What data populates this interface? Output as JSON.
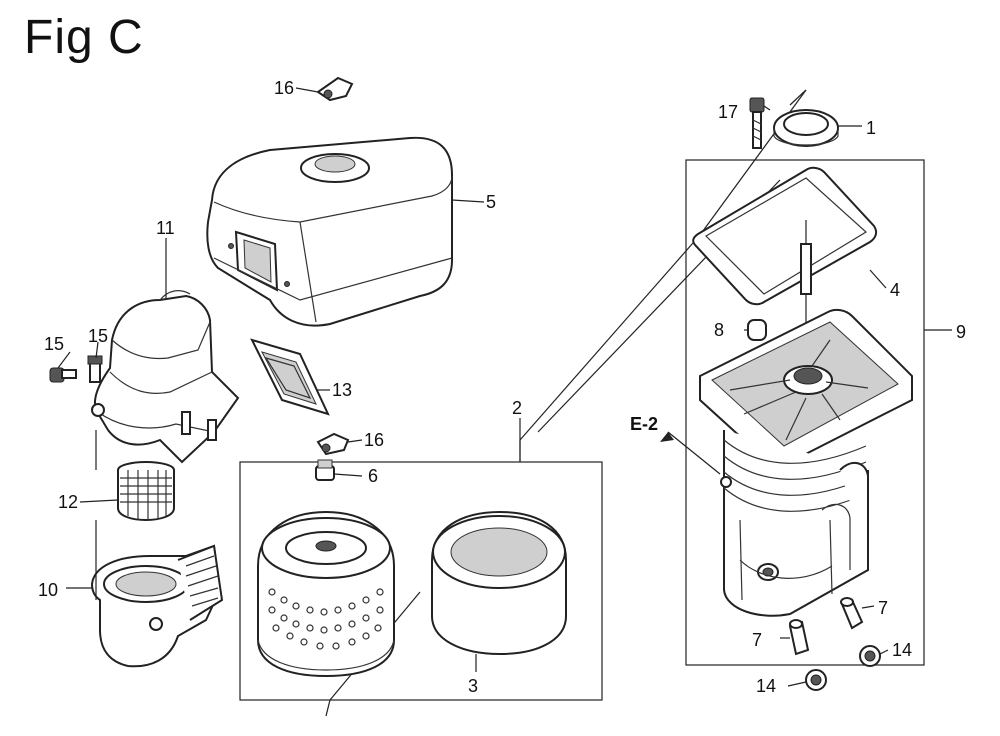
{
  "figure": {
    "title": "Fig C"
  },
  "callouts": [
    {
      "id": "c1",
      "text": "1"
    },
    {
      "id": "c2",
      "text": "2"
    },
    {
      "id": "c3",
      "text": "3"
    },
    {
      "id": "c4",
      "text": "4"
    },
    {
      "id": "c5",
      "text": "5"
    },
    {
      "id": "c6",
      "text": "6"
    },
    {
      "id": "c7a",
      "text": "7"
    },
    {
      "id": "c7b",
      "text": "7"
    },
    {
      "id": "c8",
      "text": "8"
    },
    {
      "id": "c9",
      "text": "9"
    },
    {
      "id": "c10",
      "text": "10"
    },
    {
      "id": "c11",
      "text": "11"
    },
    {
      "id": "c12",
      "text": "12"
    },
    {
      "id": "c13",
      "text": "13"
    },
    {
      "id": "c14a",
      "text": "14"
    },
    {
      "id": "c14b",
      "text": "14"
    },
    {
      "id": "c15a",
      "text": "15"
    },
    {
      "id": "c15b",
      "text": "15"
    },
    {
      "id": "c16a",
      "text": "16"
    },
    {
      "id": "c16b",
      "text": "16"
    },
    {
      "id": "c17",
      "text": "17"
    },
    {
      "id": "ref",
      "text": "E-2"
    }
  ]
}
